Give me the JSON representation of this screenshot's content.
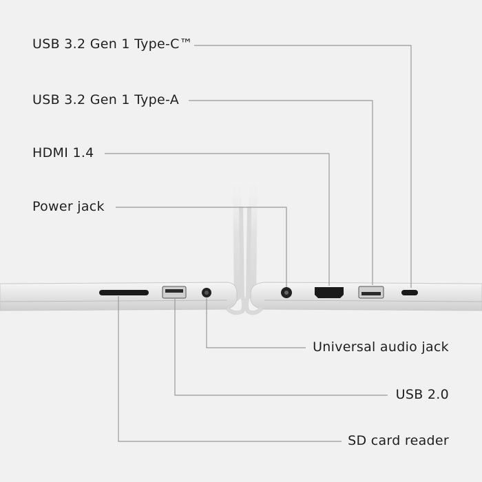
{
  "labels": {
    "usb_c": "USB 3.2 Gen 1 Type-C™",
    "usb_a": "USB 3.2 Gen 1 Type-A",
    "hdmi": "HDMI 1.4",
    "power_jack": "Power jack",
    "audio_jack": "Universal audio jack",
    "usb2": "USB 2.0",
    "sd_card": "SD card reader"
  },
  "colors": {
    "background": "#f1f1f1",
    "leader_line": "#9a9a9a",
    "chassis_silver": "#e4e4e4",
    "port_dark": "#1a1a1a"
  }
}
